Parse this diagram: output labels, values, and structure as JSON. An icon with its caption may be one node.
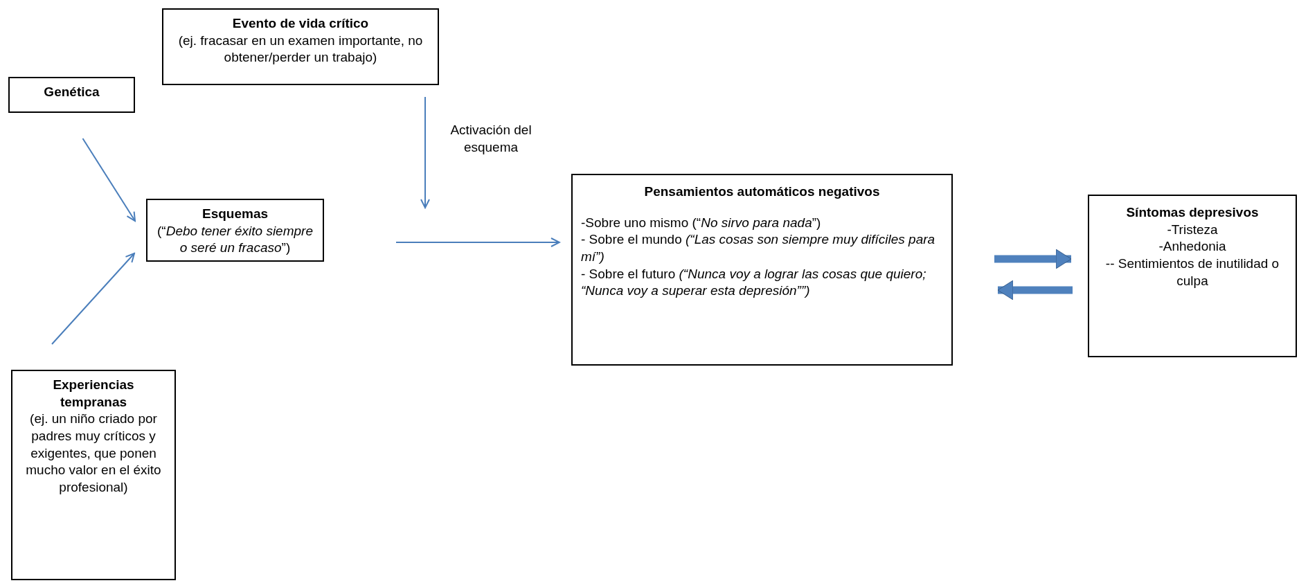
{
  "diagram": {
    "nodes": [
      {
        "text": [
          "Genética"
        ]
      },
      {
        "text": [
          "Experiencias tempranas",
          "(ej. un niño criado por padres muy críticos y exigentes, que ponen mucho valor en el éxito profesional)"
        ]
      },
      {
        "text": [
          "Evento de vida crítico",
          "(ej. fracasar en un examen importante, no obtener/perder un trabajo)"
        ]
      },
      {
        "text": [
          "Esquemas",
          "(“*Debo tener éxito siempre o seré un fracaso*”)"
        ]
      },
      {
        "text": [
          "Pensamientos automáticos negativos",
          "-Sobre uno mismo (“*No sirvo para nada*”)",
          "- Sobre el mundo *(“Las cosas son siempre muy difíciles para mí”)*",
          "- Sobre el futuro *(“Nunca voy a lograr las cosas que quiero; “Nunca voy a superar esta depresión””)*"
        ]
      },
      {
        "text": [
          "Síntomas depresivos",
          "-Tristeza",
          "-Anhedonia",
          "-- Sentimientos de inutilidad o culpa"
        ]
      }
    ],
    "edges": [
      {
        "from": 0,
        "to": 3,
        "arrow": "to"
      },
      {
        "from": 1,
        "to": 3,
        "arrow": "to"
      },
      {
        "from": 2,
        "to": null,
        "arrow": "to",
        "label": "Activación del esquema"
      },
      {
        "from": 3,
        "to": 4,
        "arrow": "to"
      },
      {
        "from": 4,
        "to": 5,
        "arrow": "to",
        "style": "thick"
      },
      {
        "from": 5,
        "to": 4,
        "arrow": "to",
        "style": "thick"
      }
    ]
  }
}
